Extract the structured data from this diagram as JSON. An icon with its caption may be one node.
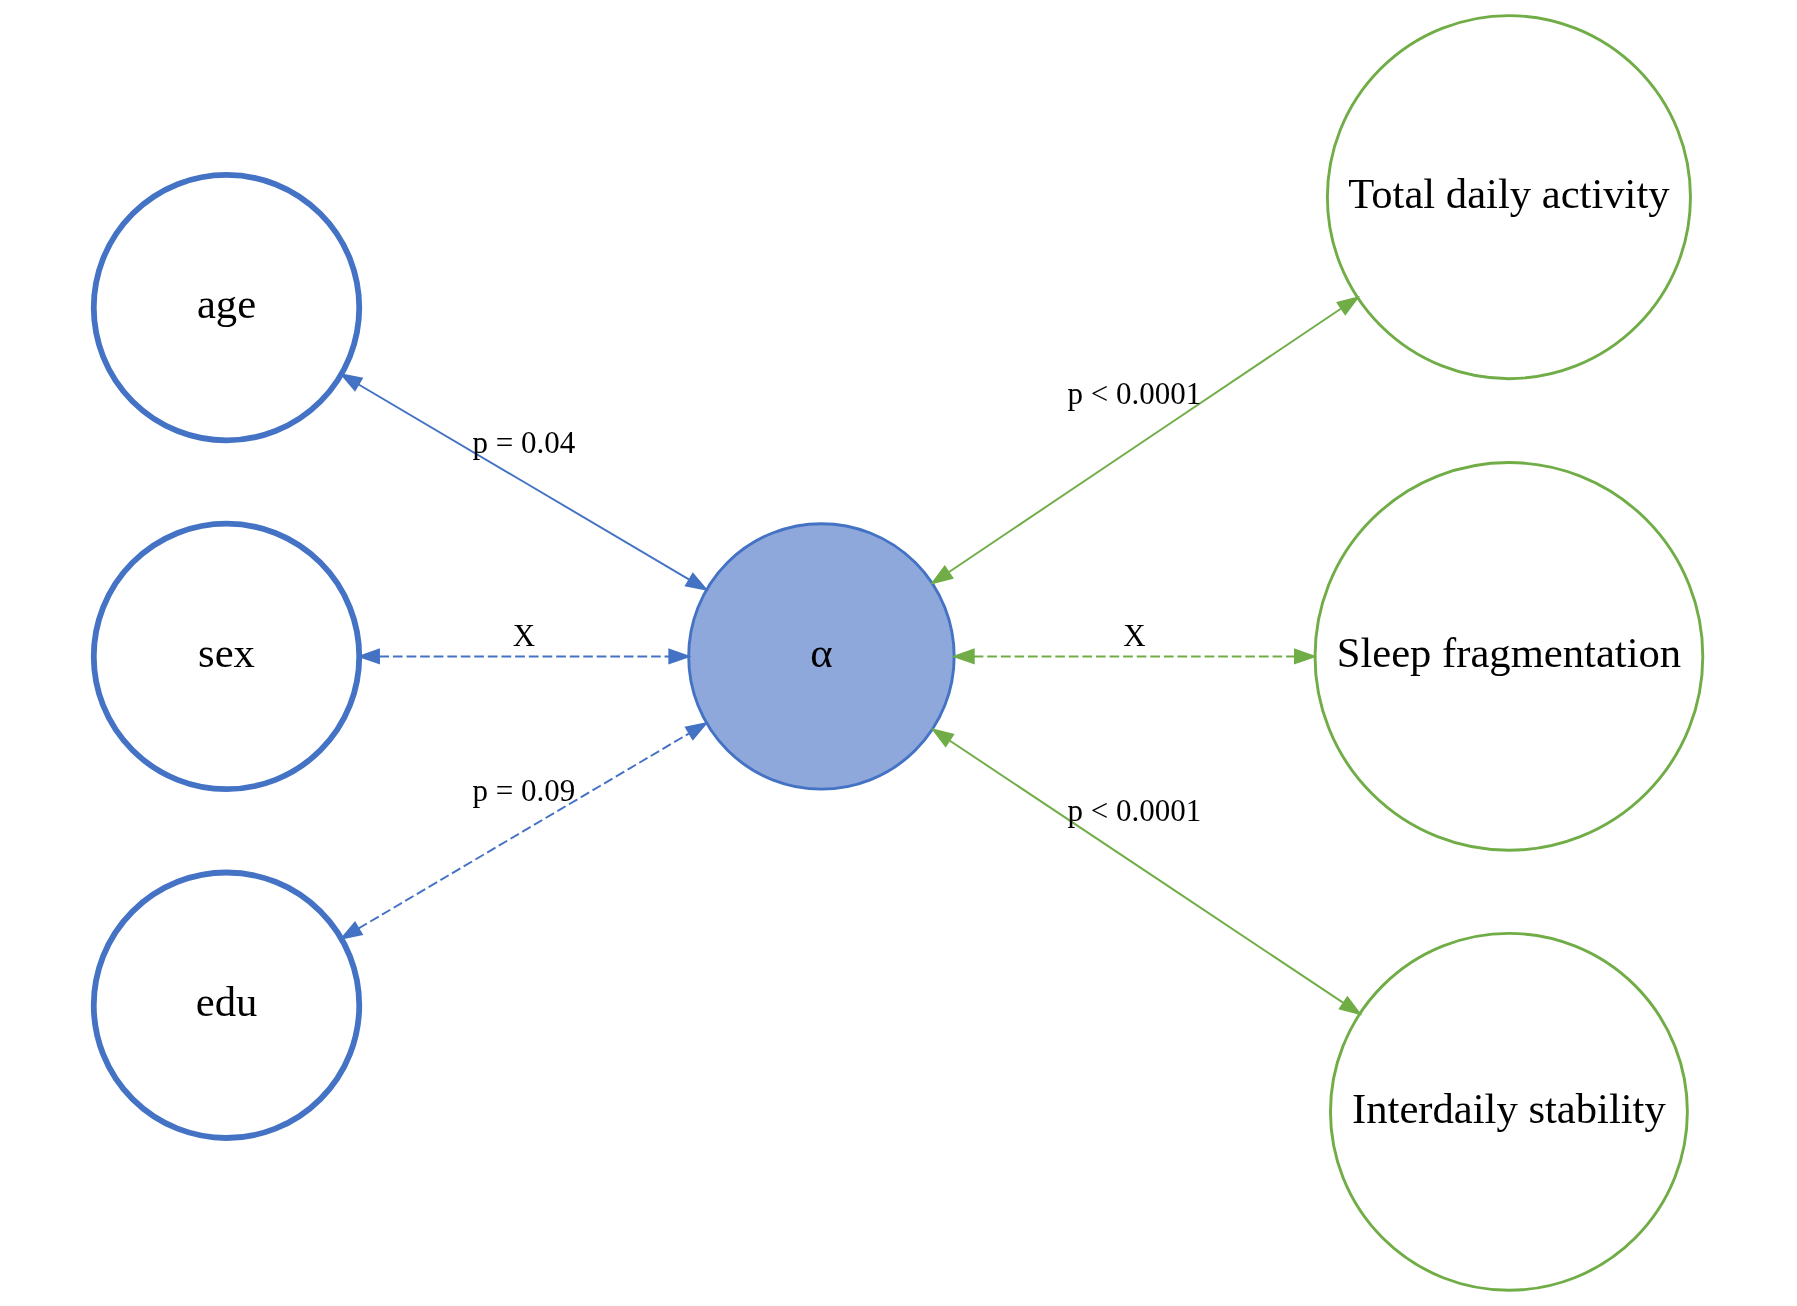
{
  "diagram": {
    "nodes": [
      {
        "text": [
          "age"
        ]
      },
      {
        "text": [
          "sex"
        ]
      },
      {
        "text": [
          "edu"
        ]
      },
      {
        "text": [
          "α"
        ]
      },
      {
        "text": [
          "Total daily activity"
        ]
      },
      {
        "text": [
          "Sleep fragmentation"
        ]
      },
      {
        "text": [
          "Interdaily stability"
        ]
      }
    ],
    "edges": [
      {
        "from": 0,
        "to": 3,
        "arrow": "both",
        "label": "p = 0.04",
        "color": "#4472c4"
      },
      {
        "from": 1,
        "to": 3,
        "arrow": "both",
        "label": "X",
        "style": "dashed",
        "color": "#4472c4"
      },
      {
        "from": 2,
        "to": 3,
        "arrow": "both",
        "label": "p = 0.09",
        "style": "dashed",
        "color": "#4472c4"
      },
      {
        "from": 3,
        "to": 4,
        "arrow": "both",
        "label": "p < 0.0001",
        "color": "#70ad47"
      },
      {
        "from": 3,
        "to": 5,
        "arrow": "both",
        "label": "X",
        "style": "dashed",
        "color": "#70ad47"
      },
      {
        "from": 3,
        "to": 6,
        "arrow": "both",
        "label": "p < 0.0001",
        "color": "#70ad47"
      }
    ]
  }
}
